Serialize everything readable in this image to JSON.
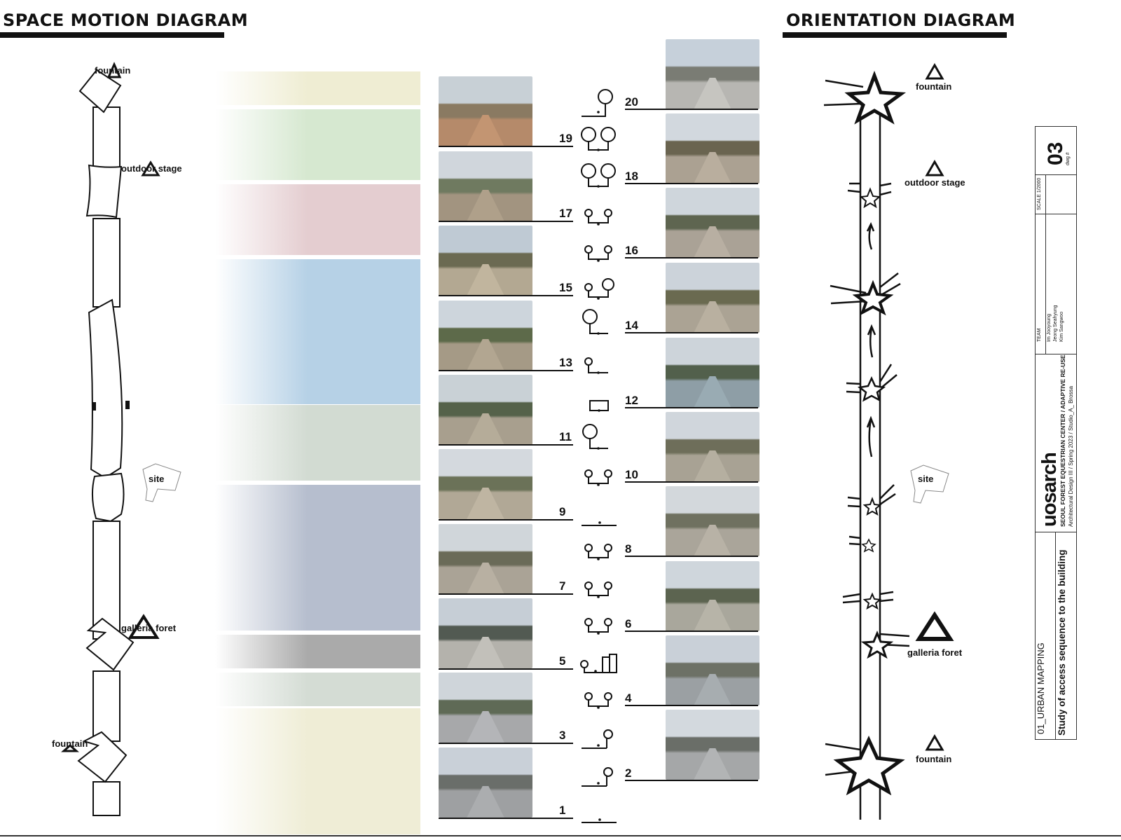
{
  "headings": {
    "left": "SPACE MOTION DIAGRAM",
    "right": "ORIENTATION DIAGRAM"
  },
  "space_motion": {
    "landmarks": [
      "fountain",
      "outdoor stage",
      "site",
      "galleria foret",
      "fountain"
    ]
  },
  "band_colors": [
    "#efedd3",
    "#d6e8d0",
    "#e4cdd0",
    "#b6d1e6",
    "#d2dbd2",
    "#b6bece",
    "#aaaaaa",
    "#d4dcd4",
    "#efedd6"
  ],
  "sequence": {
    "left_numbers": [
      "19",
      "17",
      "15",
      "13",
      "11",
      "9",
      "7",
      "5",
      "3",
      "1"
    ],
    "right_numbers": [
      "20",
      "18",
      "16",
      "14",
      "12",
      "10",
      "8",
      "6",
      "4",
      "2"
    ]
  },
  "orientation": {
    "landmarks": [
      "fountain",
      "outdoor stage",
      "site",
      "galleria foret",
      "fountain"
    ]
  },
  "title_block": {
    "drawing_number": "03",
    "drawing_number_label": "dwg #",
    "scale": "SCALE 1/2000",
    "team_label": "TEAM",
    "team_members": [
      "Im Jooyoung",
      "Jeong Seahyung",
      "Kim Sangwoo"
    ],
    "logo": "uosarch",
    "project": "SEOUL FOREST EQUESTRIAN CENTER / ADAPTIVE RE-USE",
    "course": "Architectural Design III / Spring 2023 / Studio_A_ Brossa",
    "sheet_title": "Study of access sequence to the building",
    "section": "01_URBAN MAPPING"
  }
}
